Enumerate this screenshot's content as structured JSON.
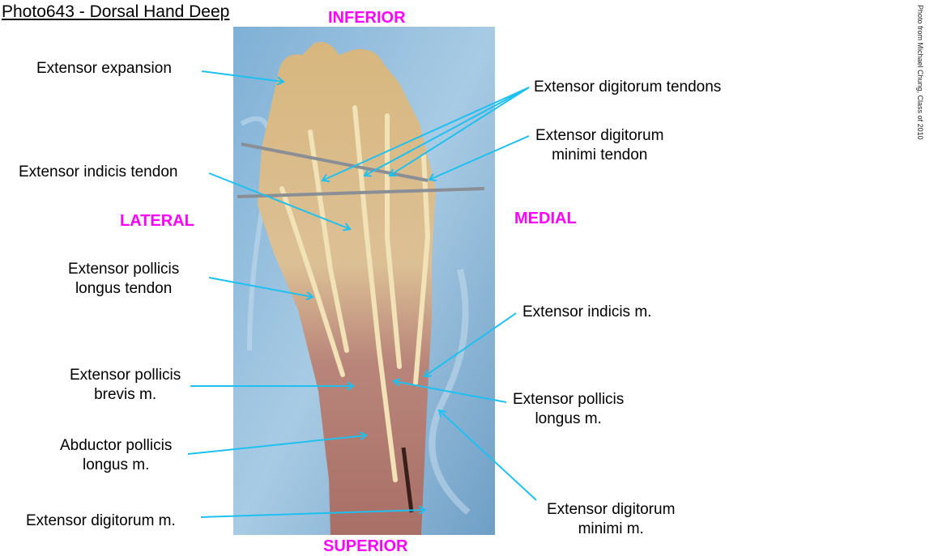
{
  "title": "Photo643 - Dorsal Hand Deep",
  "credit": "Photo from Michael Chung, Class of 2010",
  "orientation": {
    "top": "INFERIOR",
    "bottom": "SUPERIOR",
    "left": "LATERAL",
    "right": "MEDIAL"
  },
  "colors": {
    "orientation_label": "#ff00ff",
    "leader_line": "#1ec0f0",
    "background_drape": "#8fb8d8",
    "tendon": "#e8d3a0",
    "muscle": "#b07a6a"
  },
  "labels_left": [
    {
      "line1": "Extensor expansion",
      "line2": ""
    },
    {
      "line1": "Extensor indicis tendon",
      "line2": ""
    },
    {
      "line1": "Extensor pollicis",
      "line2": "longus tendon"
    },
    {
      "line1": "Extensor pollicis",
      "line2": "brevis m."
    },
    {
      "line1": "Abductor pollicis",
      "line2": "longus m."
    },
    {
      "line1": "Extensor digitorum m.",
      "line2": ""
    }
  ],
  "labels_right": [
    {
      "line1": "Extensor digitorum tendons",
      "line2": ""
    },
    {
      "line1": "Extensor digitorum",
      "line2": "minimi tendon"
    },
    {
      "line1": "Extensor indicis m.",
      "line2": ""
    },
    {
      "line1": "Extensor pollicis",
      "line2": "longus m."
    },
    {
      "line1": "Extensor digitorum",
      "line2": "minimi m."
    }
  ]
}
